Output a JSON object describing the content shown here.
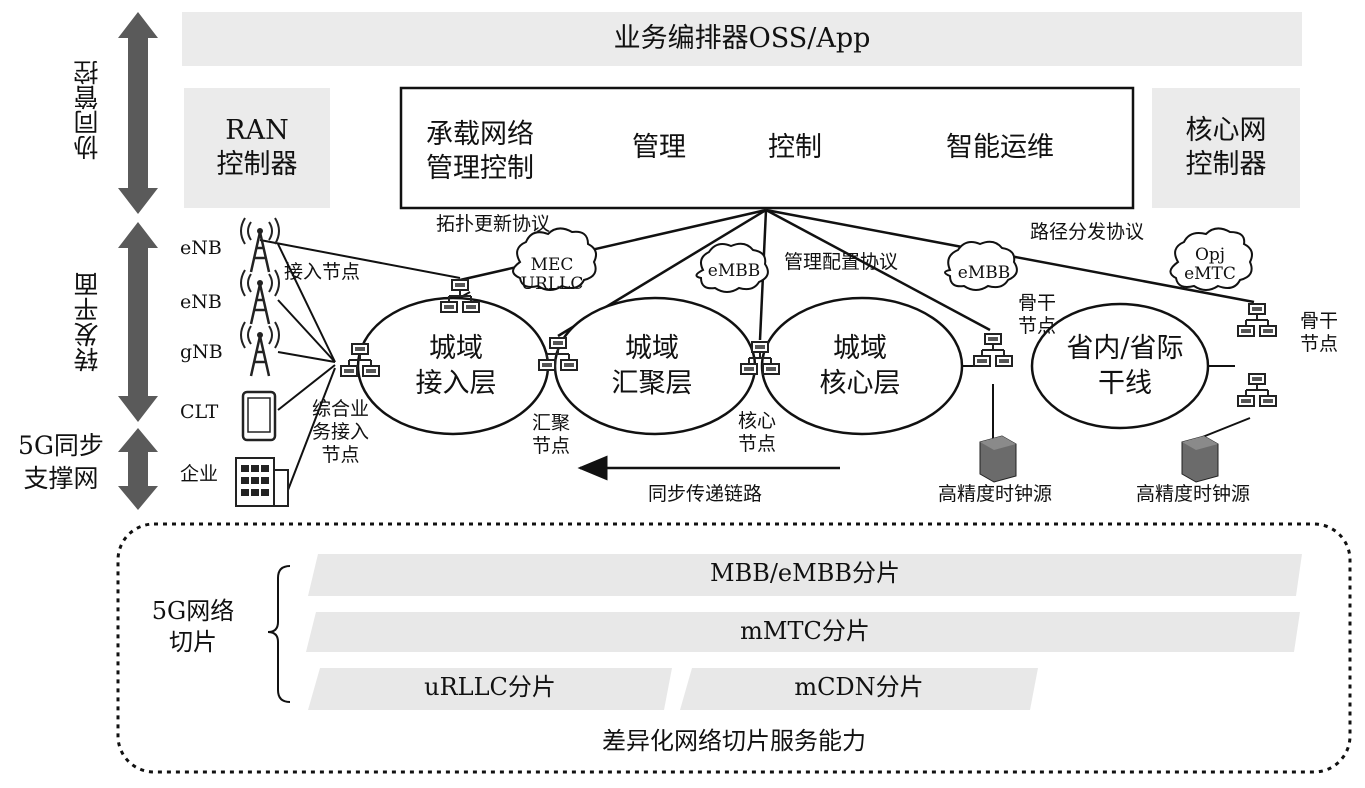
{
  "orchestrator": "业务编排器OSS/App",
  "left_axis": {
    "collab": "协同管控",
    "forward": "转发平面",
    "sync": "5G同步\n支撑网"
  },
  "controllers": {
    "ran": "RAN\n控制器",
    "core": "核心网\n控制器"
  },
  "bearer_box": {
    "title": "承载网络\n管理控制",
    "manage": "管理",
    "control": "控制",
    "ops": "智能运维"
  },
  "protocols": {
    "topology": "拓扑更新协议",
    "path": "路径分发协议",
    "mgmt_config": "管理配置协议"
  },
  "devices": [
    "eNB",
    "eNB",
    "gNB",
    "CLT",
    "企业"
  ],
  "node_labels": {
    "access": "接入节点",
    "integrated": "综合业\n务接入\n节点",
    "aggregation": "汇聚\n节点",
    "core": "核心\n节点",
    "backbone1": "骨干\n节点",
    "backbone2": "骨干\n节点"
  },
  "layers": {
    "access": "城域\n接入层",
    "aggregation": "城域\n汇聚层",
    "core": "城域\n核心层",
    "trunk": "省内/省际\n干线"
  },
  "clouds": {
    "mec": "MEC\nURLLC",
    "embb1": "eMBB",
    "embb2": "eMBB",
    "opj": "Opj\neMTC"
  },
  "sync": {
    "link": "同步传递链路",
    "clock1": "高精度时钟源",
    "clock2": "高精度时钟源"
  },
  "slicing": {
    "group_label": "5G网络\n切片",
    "slices": [
      "MBB/eMBB分片",
      "mMTC分片",
      "uRLLC分片",
      "mCDN分片"
    ],
    "footer": "差异化网络切片服务能力"
  },
  "colors": {
    "panel": "#ebebeb",
    "arrow": "#5a5a5a",
    "clock": "#6b6b6b"
  }
}
